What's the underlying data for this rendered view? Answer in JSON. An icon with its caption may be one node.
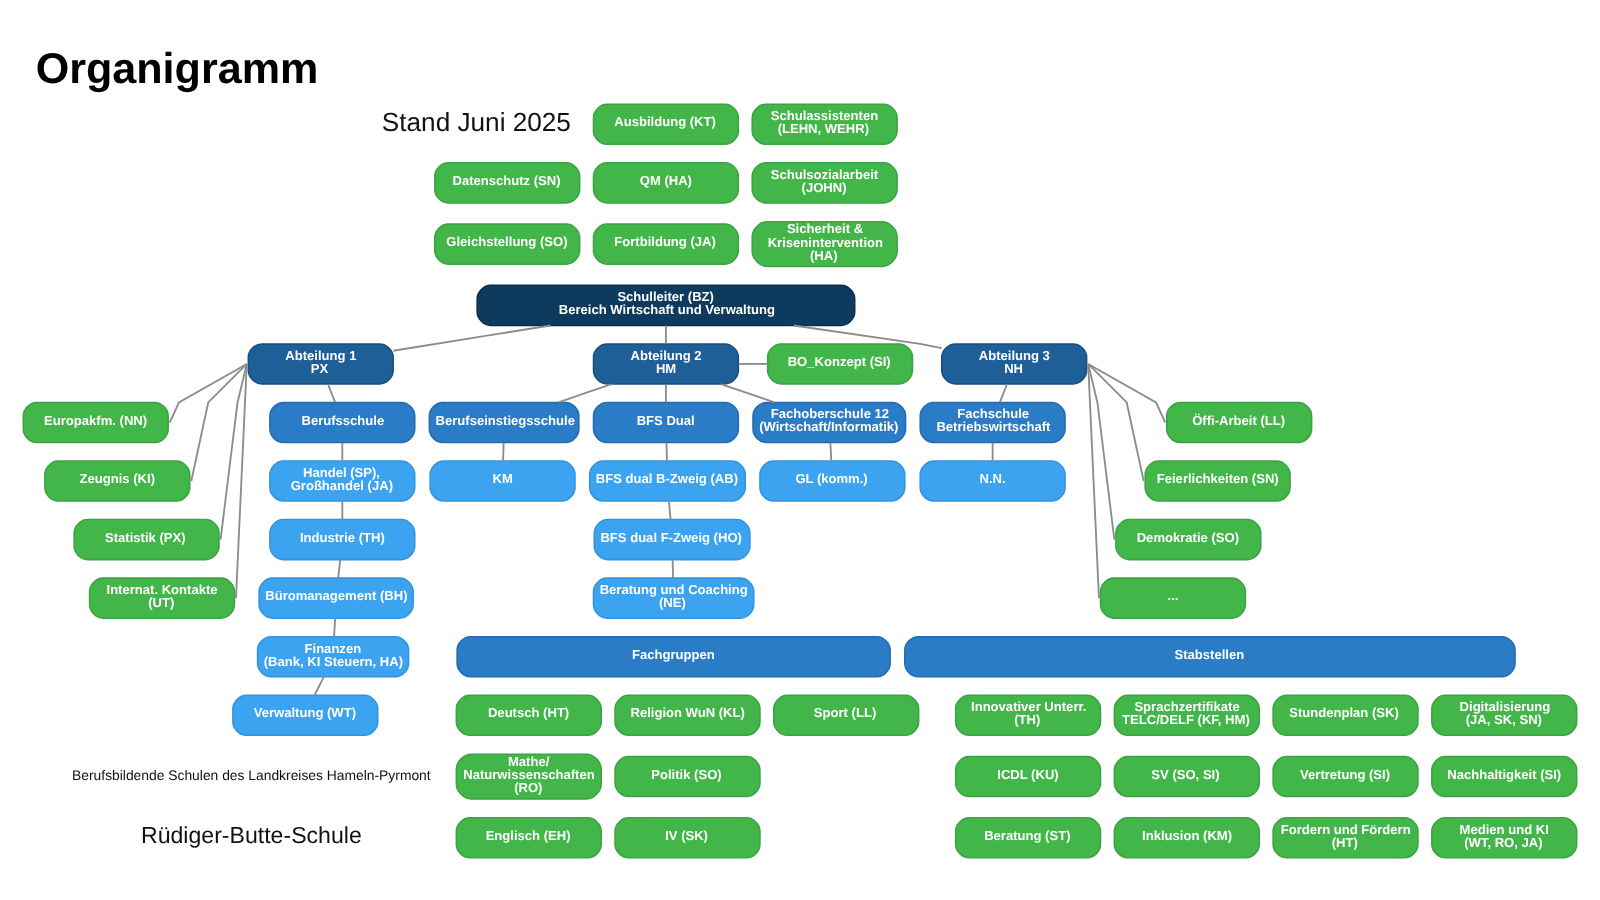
{
  "diagram": {
    "title": "Organigramm",
    "nodes": [
      {
        "text": [
          "Ausbildung (KT)"
        ]
      },
      {
        "text": [
          "Schulassistenten (LEHN, WEHR)"
        ]
      },
      {
        "text": [
          "Datenschutz (SN)"
        ]
      },
      {
        "text": [
          "QM (HA)"
        ]
      },
      {
        "text": [
          "Schulsozialarbeit (JOHN)"
        ]
      },
      {
        "text": [
          "Gleichstellung (SO)"
        ]
      },
      {
        "text": [
          "Fortbildung (JA)"
        ]
      },
      {
        "text": [
          "Sicherheit & Krisenintervention (HA)"
        ]
      },
      {
        "text": [
          "Schulleiter (BZ)",
          "Bereich Wirtschaft und Verwaltung"
        ]
      },
      {
        "text": [
          "Europakfm. (NN)"
        ]
      },
      {
        "text": [
          "Zeugnis (KI)"
        ]
      },
      {
        "text": [
          "Statistik (PX)"
        ]
      },
      {
        "text": [
          "Internat. Kontakte (UT)"
        ]
      },
      {
        "text": [
          "Abteilung 1",
          "PX"
        ]
      },
      {
        "text": [
          "Abteilung 2",
          "HM"
        ]
      },
      {
        "text": [
          "BO_Konzept (SI)"
        ]
      },
      {
        "text": [
          "Abteilung 3",
          "NH"
        ]
      },
      {
        "text": [
          "Öffi-Arbeit (LL)"
        ]
      },
      {
        "text": [
          "Feierlichkeiten (SN)"
        ]
      },
      {
        "text": [
          "Demokratie (SO)"
        ]
      },
      {
        "text": [
          "..."
        ]
      },
      {
        "text": [
          "Berufsschule"
        ]
      },
      {
        "text": [
          "Berufseinstiegsschule"
        ]
      },
      {
        "text": [
          "BFS Dual"
        ]
      },
      {
        "text": [
          "Fachoberschule 12 (Wirtschaft/Informatik)"
        ]
      },
      {
        "text": [
          "Fachschule Betriebswirtschaft"
        ]
      },
      {
        "text": [
          "Handel (SP), Großhandel (JA)"
        ]
      },
      {
        "text": [
          "KM"
        ]
      },
      {
        "text": [
          "BFS dual B-Zweig (AB)"
        ]
      },
      {
        "text": [
          "GL (komm.)"
        ]
      },
      {
        "text": [
          "N.N."
        ]
      },
      {
        "text": [
          "Industrie (TH)"
        ]
      },
      {
        "text": [
          "BFS dual F-Zweig (HO)"
        ]
      },
      {
        "text": [
          "Büromanagement (BH)"
        ]
      },
      {
        "text": [
          "Beratung und Coaching (NE)"
        ]
      },
      {
        "text": [
          "Finanzen (Bank, KI Steuern, HA)"
        ]
      },
      {
        "text": [
          "Verwaltung (WT)"
        ]
      },
      {
        "text": [
          "Fachgruppen"
        ]
      },
      {
        "text": [
          "Stabstellen"
        ]
      },
      {
        "text": [
          "Deutsch (HT)"
        ]
      },
      {
        "text": [
          "Religion WuN (KL)"
        ]
      },
      {
        "text": [
          "Sport (LL)"
        ]
      },
      {
        "text": [
          "Innovativer Unterr. (TH)"
        ]
      },
      {
        "text": [
          "Sprachzertifikate TELC/DELF (KF, HM)"
        ]
      },
      {
        "text": [
          "Stundenplan (SK)"
        ]
      },
      {
        "text": [
          "Digitalisierung (JA, SK, SN)"
        ]
      },
      {
        "text": [
          "Mathe/ Naturwissenschaften (RO)"
        ]
      },
      {
        "text": [
          "Politik (SO)"
        ]
      },
      {
        "text": [
          "ICDL (KU)"
        ]
      },
      {
        "text": [
          "SV (SO, SI)"
        ]
      },
      {
        "text": [
          "Vertretung (SI)"
        ]
      },
      {
        "text": [
          "Nachhaltigkeit (SI)"
        ]
      },
      {
        "text": [
          "Englisch (EH)"
        ]
      },
      {
        "text": [
          "IV (SK)"
        ]
      },
      {
        "text": [
          "Beratung (ST)"
        ]
      },
      {
        "text": [
          "Inklusion (KM)"
        ]
      },
      {
        "text": [
          "Fordern und Fördern (HT)"
        ]
      },
      {
        "text": [
          "Medien und KI (WT, RO, JA)"
        ]
      }
    ],
    "edges": [
      {
        "from": 8,
        "to": 13,
        "arrow": "none"
      },
      {
        "from": 8,
        "to": 14,
        "arrow": "none"
      },
      {
        "from": 8,
        "to": 16,
        "arrow": "none"
      },
      {
        "from": 13,
        "to": 9,
        "arrow": "none"
      },
      {
        "from": 13,
        "to": 10,
        "arrow": "none"
      },
      {
        "from": 13,
        "to": 11,
        "arrow": "none"
      },
      {
        "from": 13,
        "to": 12,
        "arrow": "none"
      },
      {
        "from": 13,
        "to": 21,
        "arrow": "none"
      },
      {
        "from": 21,
        "to": 26,
        "arrow": "none"
      },
      {
        "from": 26,
        "to": 31,
        "arrow": "none"
      },
      {
        "from": 31,
        "to": 33,
        "arrow": "none"
      },
      {
        "from": 33,
        "to": 35,
        "arrow": "none"
      },
      {
        "from": 35,
        "to": 36,
        "arrow": "none"
      },
      {
        "from": 14,
        "to": 15,
        "arrow": "none"
      },
      {
        "from": 14,
        "to": 22,
        "arrow": "none"
      },
      {
        "from": 14,
        "to": 23,
        "arrow": "none"
      },
      {
        "from": 14,
        "to": 24,
        "arrow": "none"
      },
      {
        "from": 22,
        "to": 27,
        "arrow": "none"
      },
      {
        "from": 23,
        "to": 28,
        "arrow": "none"
      },
      {
        "from": 28,
        "to": 32,
        "arrow": "none"
      },
      {
        "from": 32,
        "to": 34,
        "arrow": "none"
      },
      {
        "from": 24,
        "to": 29,
        "arrow": "none"
      },
      {
        "from": 16,
        "to": 25,
        "arrow": "none"
      },
      {
        "from": 25,
        "to": 30,
        "arrow": "none"
      },
      {
        "from": 16,
        "to": 20,
        "arrow": "none"
      },
      {
        "from": 16,
        "to": 19,
        "arrow": "none"
      },
      {
        "from": 16,
        "to": 18,
        "arrow": "none"
      },
      {
        "from": 16,
        "to": 17,
        "arrow": "none"
      }
    ],
    "labels": [
      "Stand Juni 2025",
      "Berufsbildende Schulen des Landkreises Hameln-Pyrmont",
      "Rüdiger-Butte-Schule"
    ]
  }
}
